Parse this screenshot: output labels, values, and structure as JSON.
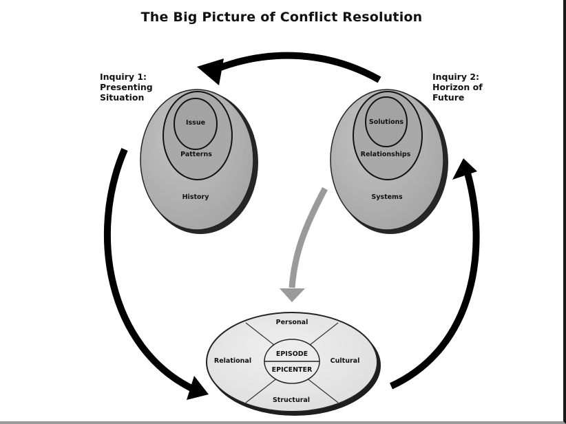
{
  "title": "The Big Picture of Conflict Resolution",
  "inquiry1": {
    "lines": [
      "Inquiry 1:",
      "Presenting",
      "Situation"
    ],
    "inner": "Issue",
    "middle": "Patterns",
    "outer": "History"
  },
  "inquiry2": {
    "lines": [
      "Inquiry 2:",
      "Horizon of",
      "Future"
    ],
    "inner": "Solutions",
    "middle": "Relationships",
    "outer": "Systems"
  },
  "center": {
    "top": "Personal",
    "left": "Relational",
    "right": "Cultural",
    "bottom": "Structural",
    "core_top": "EPISODE",
    "core_bottom": "EPICENTER"
  }
}
